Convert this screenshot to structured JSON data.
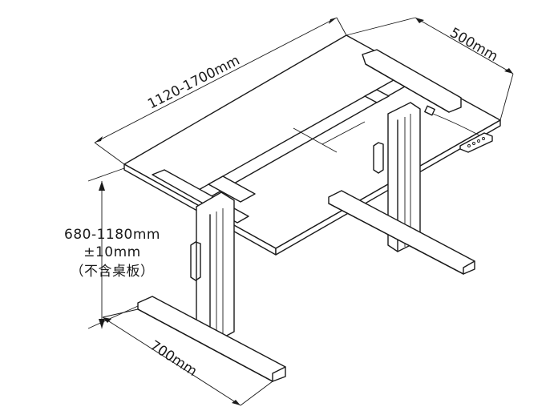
{
  "dimensions": {
    "width_range": "1120-1700mm",
    "depth": "500mm",
    "height_range": "680-1180mm",
    "height_tolerance": "±10mm",
    "height_note": "（不含桌板）",
    "foot_length": "700mm"
  }
}
